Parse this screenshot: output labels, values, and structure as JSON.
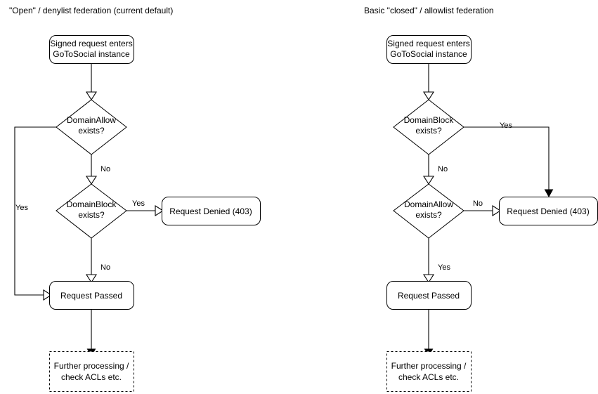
{
  "diagram": {
    "kind": "flowchart",
    "background_color": "#ffffff",
    "stroke_color": "#000000",
    "text_color": "#000000",
    "panels": [
      {
        "id": "open-denylist",
        "title": "\"Open\" / denylist federation (current default)",
        "nodes": {
          "entry": {
            "label_line1": "Signed request enters",
            "label_line2": "GoToSocial instance",
            "shape": "rounded-rect"
          },
          "decision_allow": {
            "label_line1": "DomainAllow",
            "label_line2": "exists?",
            "shape": "diamond"
          },
          "decision_block": {
            "label_line1": "DomainBlock",
            "label_line2": "exists?",
            "shape": "diamond"
          },
          "denied": {
            "label": "Request Denied (403)",
            "shape": "rounded-rect"
          },
          "passed": {
            "label": "Request Passed",
            "shape": "rounded-rect"
          },
          "further": {
            "label_line1": "Further processing /",
            "label_line2": "check ACLs etc.",
            "shape": "rounded-rect-dashed"
          }
        },
        "edge_labels": {
          "allow_yes": "Yes",
          "allow_no": "No",
          "block_yes": "Yes",
          "block_no": "No"
        }
      },
      {
        "id": "closed-allowlist",
        "title": "Basic \"closed\" / allowlist federation",
        "nodes": {
          "entry": {
            "label_line1": "Signed request enters",
            "label_line2": "GoToSocial instance",
            "shape": "rounded-rect"
          },
          "decision_block": {
            "label_line1": "DomainBlock",
            "label_line2": "exists?",
            "shape": "diamond"
          },
          "decision_allow": {
            "label_line1": "DomainAllow",
            "label_line2": "exists?",
            "shape": "diamond"
          },
          "denied": {
            "label": "Request Denied (403)",
            "shape": "rounded-rect"
          },
          "passed": {
            "label": "Request Passed",
            "shape": "rounded-rect"
          },
          "further": {
            "label_line1": "Further processing /",
            "label_line2": "check ACLs etc.",
            "shape": "rounded-rect-dashed"
          }
        },
        "edge_labels": {
          "block_yes": "Yes",
          "block_no": "No",
          "allow_no": "No",
          "allow_yes": "Yes"
        }
      }
    ]
  }
}
